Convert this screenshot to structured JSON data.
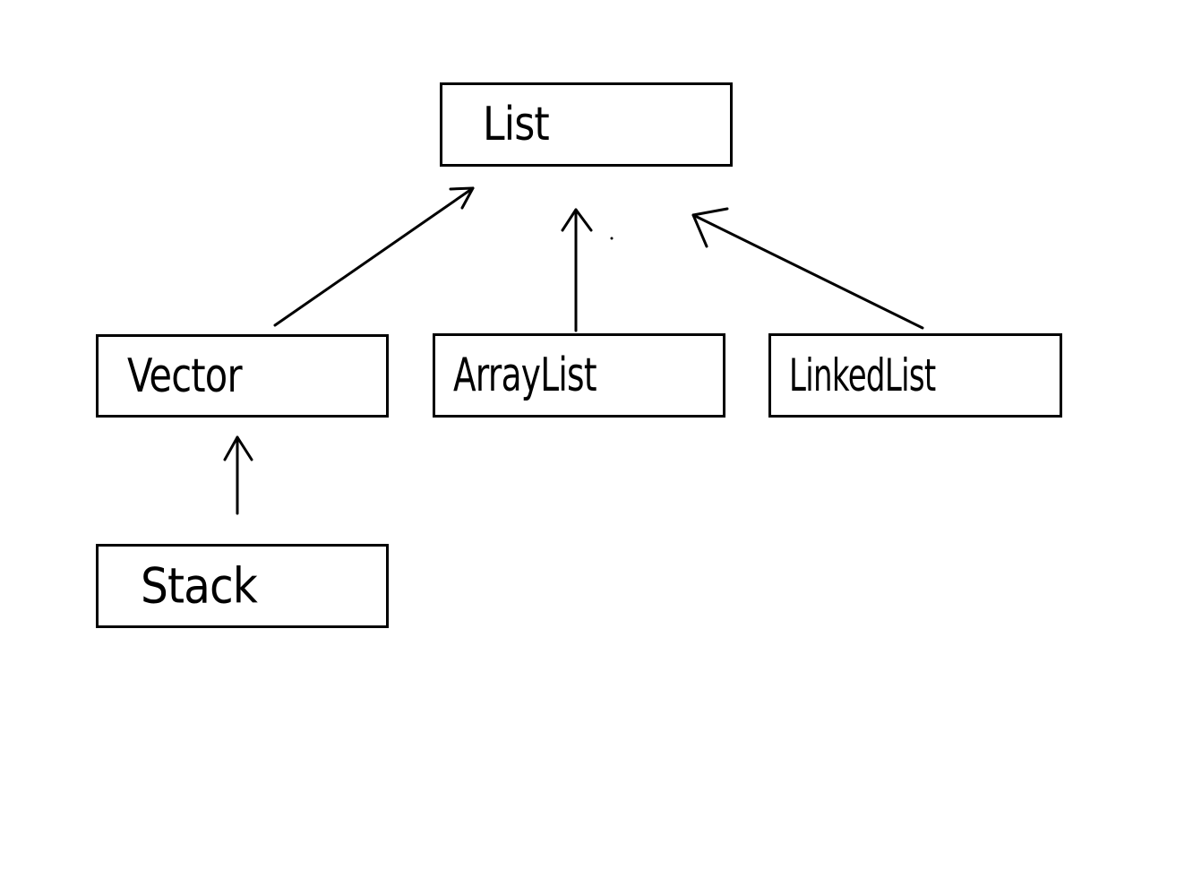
{
  "diagram": {
    "nodes": {
      "list": {
        "label": "List"
      },
      "vector": {
        "label": "Vector"
      },
      "arraylist": {
        "label": "ArrayList"
      },
      "linkedlist": {
        "label": "LinkedList"
      },
      "stack": {
        "label": "Stack"
      }
    },
    "edges": [
      {
        "from": "Vector",
        "to": "List"
      },
      {
        "from": "ArrayList",
        "to": "List"
      },
      {
        "from": "LinkedList",
        "to": "List"
      },
      {
        "from": "Stack",
        "to": "Vector"
      }
    ],
    "colors": {
      "stroke": "#000000",
      "background": "#ffffff"
    }
  }
}
